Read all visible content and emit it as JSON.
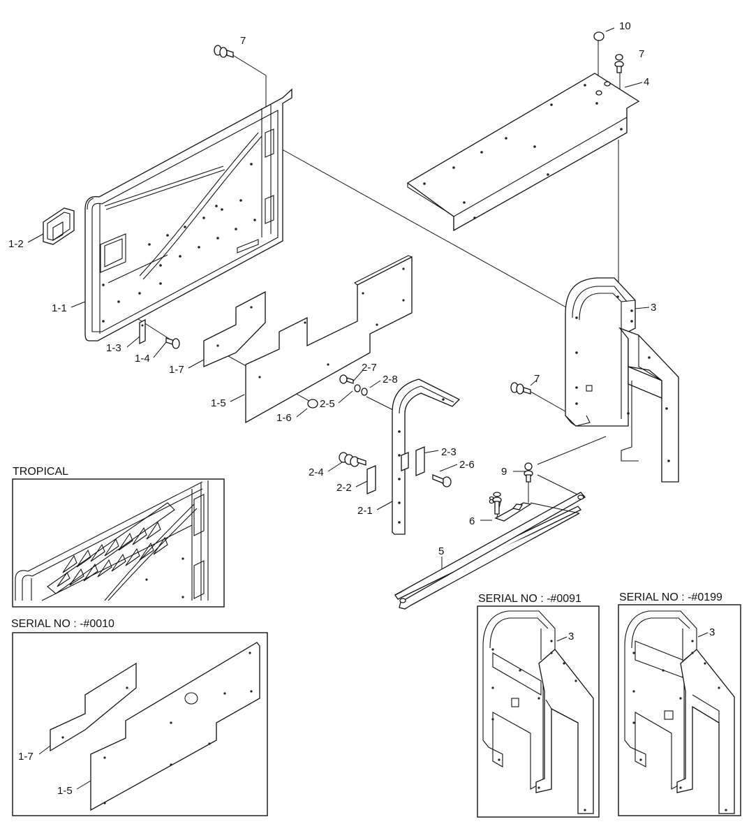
{
  "main_labels": [
    "7",
    "10",
    "7",
    "4",
    "1-2",
    "1-1",
    "1-3",
    "1-4",
    "1-7",
    "1-5",
    "1-6",
    "2-7",
    "2-8",
    "2-5",
    "3",
    "7",
    "2-3",
    "2-4",
    "2-6",
    "2-2",
    "9",
    "8",
    "6",
    "2-1",
    "5"
  ],
  "insets": {
    "tropical": {
      "title": "TROPICAL"
    },
    "serial_0010": {
      "title": "SERIAL NO : -#0010",
      "labels": [
        "1-7",
        "1-5"
      ]
    },
    "serial_0091": {
      "title": "SERIAL NO : -#0091",
      "labels": [
        "3"
      ]
    },
    "serial_0199": {
      "title": "SERIAL NO : -#0199",
      "labels": [
        "3"
      ]
    }
  }
}
